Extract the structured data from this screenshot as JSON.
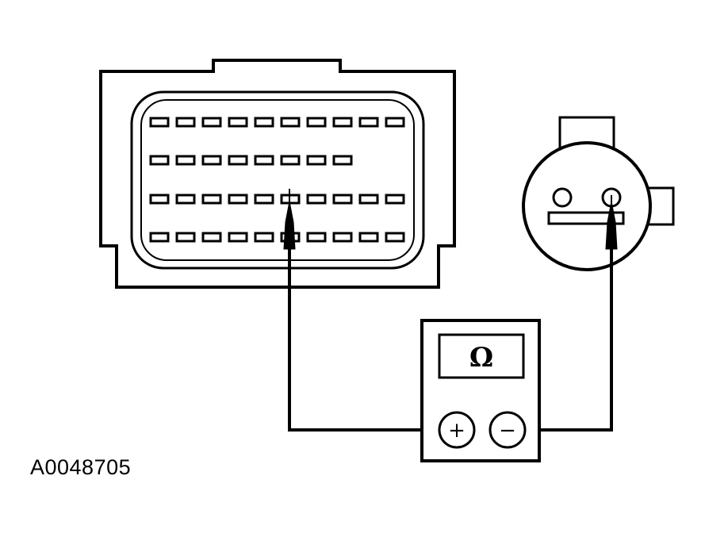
{
  "figure_id": "A0048705",
  "meter": {
    "display_symbol": "Ω",
    "positive_symbol": "+",
    "negative_symbol": "−"
  },
  "connector": {
    "pin_rows": [
      10,
      8,
      10,
      10
    ]
  },
  "colors": {
    "line": "#000000",
    "background": "#ffffff"
  }
}
